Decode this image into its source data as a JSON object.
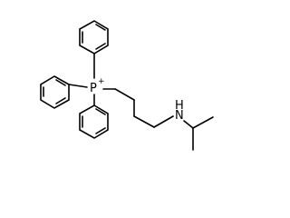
{
  "molecule": {
    "atoms": {
      "phosphorus": "P",
      "phosphorus_charge": "+",
      "nitrogen": "N",
      "nitrogen_hydrogen": "H"
    },
    "colors": {
      "bond": "#000000",
      "background": "#ffffff"
    }
  }
}
